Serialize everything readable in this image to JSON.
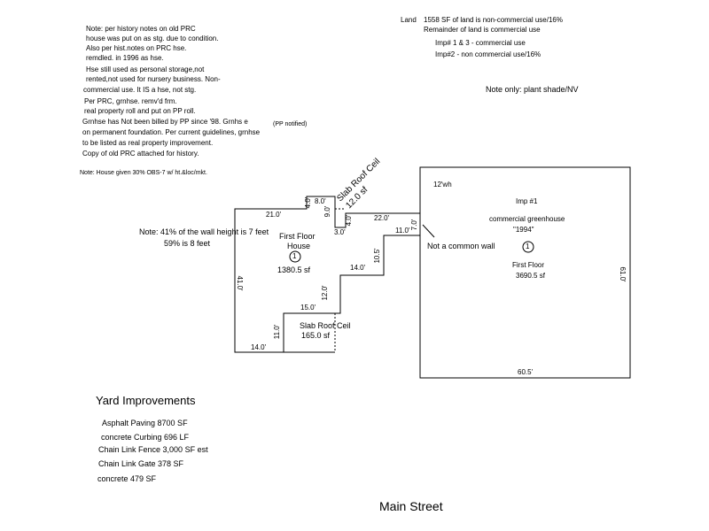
{
  "notes_left": [
    "Note: per history notes on old PRC",
    " house was put on as stg. due to condition.",
    " Also per hist.notes on PRC hse.",
    " remdled.  in 1996 as hse.",
    " Hse still used as personal storage,not",
    "rented,not used for nursery business. Non-",
    "commercial use. It IS a hse, not stg.",
    "Per PRC, grnhse. remv'd frm.",
    "real property roll and put on PP roll.",
    "Grnhse has Not been billed by PP since '98. Grnhs e",
    "on permanent foundation. Per current guidelines, grnhse",
    " to be listed as real property improvement.",
    "Copy of old PRC attached for history."
  ],
  "pp_notified": "(PP notified)",
  "obs_note": "Note: House given 30% OBS-7 w/ ht.&loc/mkt.",
  "land": {
    "label": "Land",
    "line1": "1558 SF of land is non-commercial use/16%",
    "line2": "Remainder of land is commercial use",
    "imp13": "Imp# 1 & 3 - commercial use",
    "imp2": "Imp#2 -  non commercial use/16%"
  },
  "plant_shade": "Note only: plant shade/NV",
  "wall_note": {
    "line1": "Note: 41% of the wall height is 7 feet",
    "line2": "59% is 8 feet"
  },
  "house": {
    "line1": "First Floor",
    "line2": "House",
    "marker": "1",
    "area": "1380.5 sf"
  },
  "slab_lower": {
    "line1": "Slab Roof Ceil",
    "line2": "165.0 sf"
  },
  "slab_upper": {
    "line1": "Slab Roof Ceil",
    "line2": "12.0 sf"
  },
  "dims": {
    "d21": "21.0'",
    "d8": "8.0'",
    "d4a": "4.0'",
    "d9": "9.0'",
    "d3": "3.0'",
    "d4b": "4.0'",
    "d22": "22.0'",
    "d7": "7.0'",
    "d11a": "11.0'",
    "d105": "10.5'",
    "d14a": "14.0'",
    "d12": "12.0'",
    "d41": "41.0'",
    "d15": "15.0'",
    "d11b": "11.0'",
    "d14b": "14.0'",
    "d605": "60.5'",
    "d61": "61.0'"
  },
  "greenhouse": {
    "wh": "12'wh",
    "imp": "Imp #1",
    "desc": "commercial greenhouse",
    "year": "\"1994\"",
    "marker": "1",
    "floor": "First Floor",
    "area": "3690.5 sf"
  },
  "common_wall": "Not a common wall",
  "yard": {
    "title": "Yard Improvements",
    "items": [
      "Asphalt Paving 8700 SF",
      "concrete Curbing 696 LF",
      "Chain Link Fence 3,000 SF est",
      "Chain Link Gate 378 SF",
      "concrete 479 SF"
    ]
  },
  "street": "Main Street"
}
